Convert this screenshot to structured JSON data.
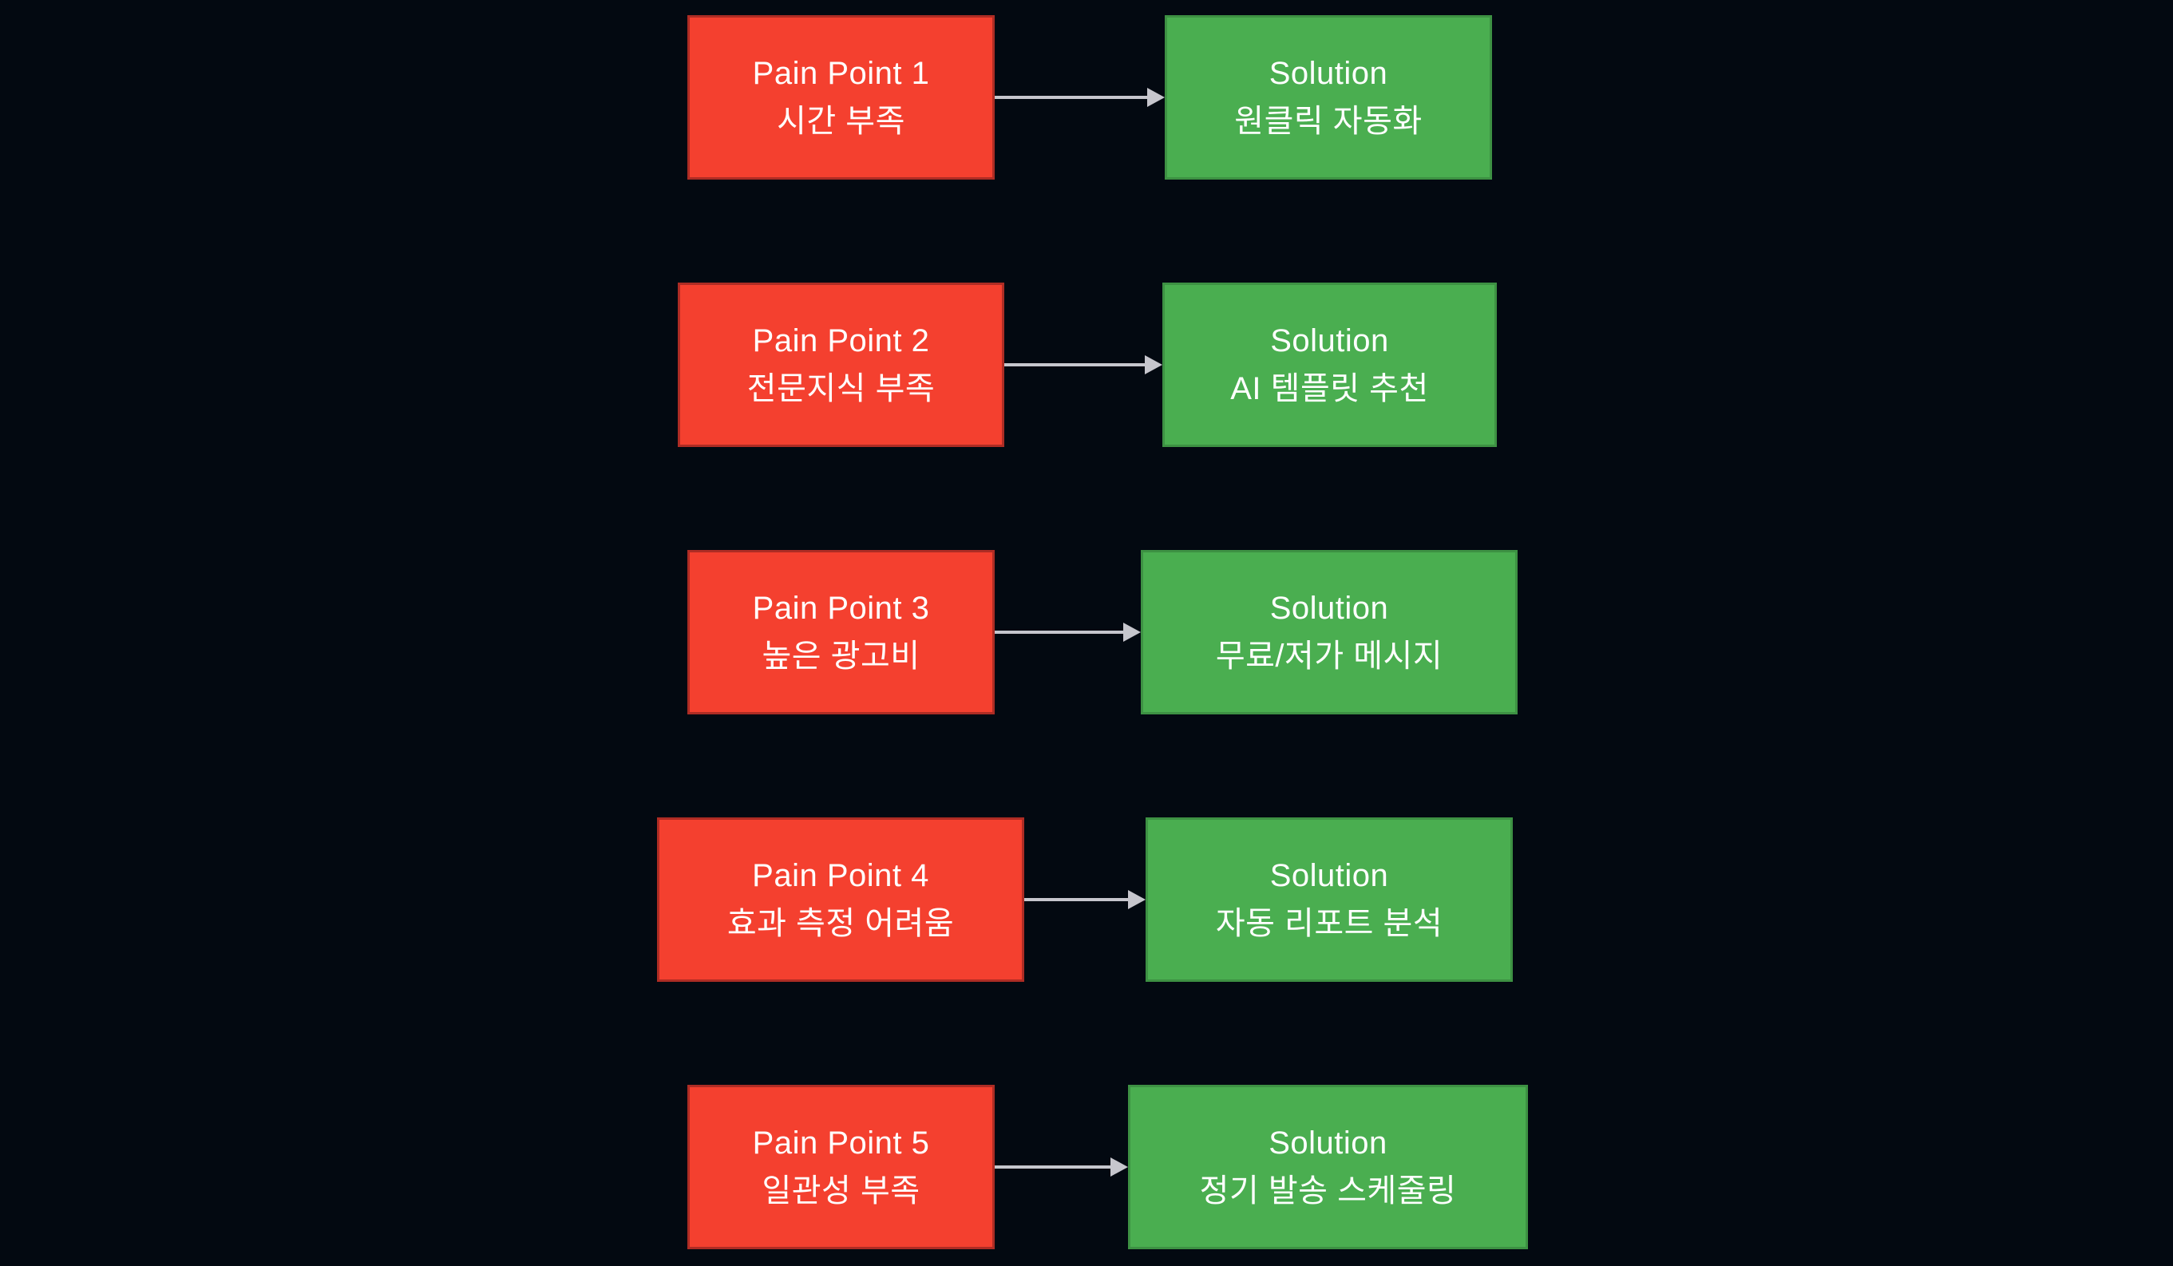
{
  "colors": {
    "page_bg": "#030911",
    "pain_fill": "#f4402f",
    "pain_border": "#ae2c24",
    "solution_fill": "#4aae50",
    "solution_border": "#3d9143",
    "arrow": "#c6c6cd",
    "text": "#ffffff"
  },
  "diagram": {
    "arrow_icon": "right-arrow-icon",
    "rows": [
      {
        "pain_title": "Pain Point 1",
        "pain_text": "시간 부족",
        "solution_title": "Solution",
        "solution_text": "원클릭 자동화"
      },
      {
        "pain_title": "Pain Point 2",
        "pain_text": "전문지식 부족",
        "solution_title": "Solution",
        "solution_text": "AI 템플릿 추천"
      },
      {
        "pain_title": "Pain Point 3",
        "pain_text": "높은 광고비",
        "solution_title": "Solution",
        "solution_text": "무료/저가 메시지"
      },
      {
        "pain_title": "Pain Point 4",
        "pain_text": "효과 측정 어려움",
        "solution_title": "Solution",
        "solution_text": "자동 리포트 분석"
      },
      {
        "pain_title": "Pain Point 5",
        "pain_text": "일관성 부족",
        "solution_title": "Solution",
        "solution_text": "정기 발송 스케줄링"
      }
    ]
  }
}
